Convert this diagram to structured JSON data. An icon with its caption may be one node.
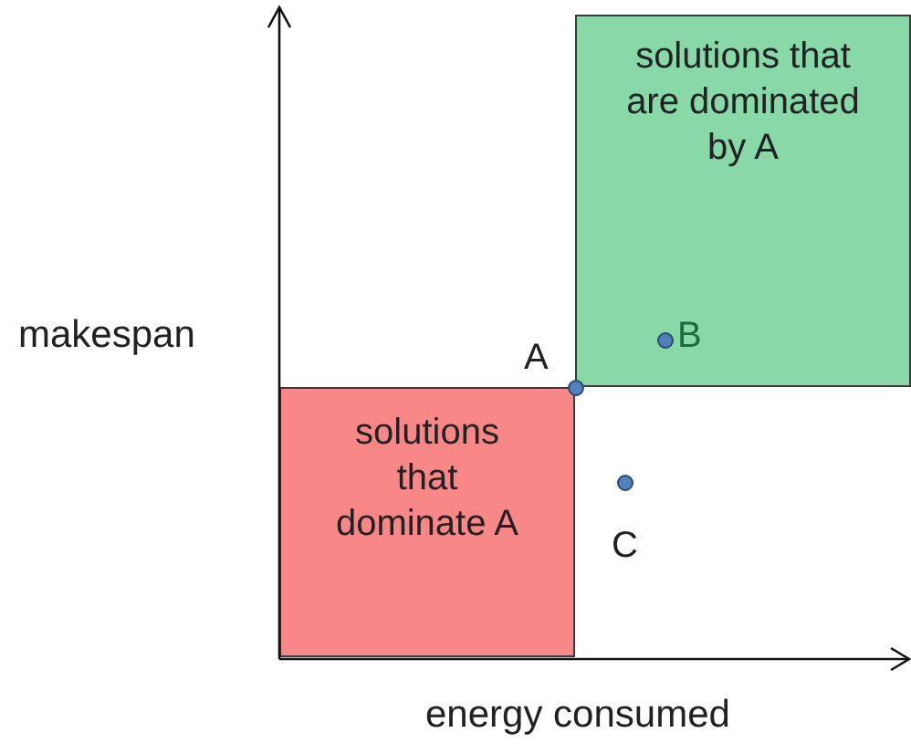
{
  "diagram": {
    "nodes": [
      {
        "text": [
          "solutions that are dominated by A"
        ]
      },
      {
        "text": [
          "solutions that dominate A"
        ]
      },
      {
        "text": [],
        "shape": "circle",
        "beside": [
          "A"
        ]
      },
      {
        "text": [],
        "shape": "circle",
        "beside": [
          "B"
        ],
        "in": 0
      },
      {
        "text": [],
        "shape": "circle",
        "beside": [
          "C"
        ]
      }
    ],
    "labels": [
      "makespan",
      "energy consumed"
    ]
  }
}
